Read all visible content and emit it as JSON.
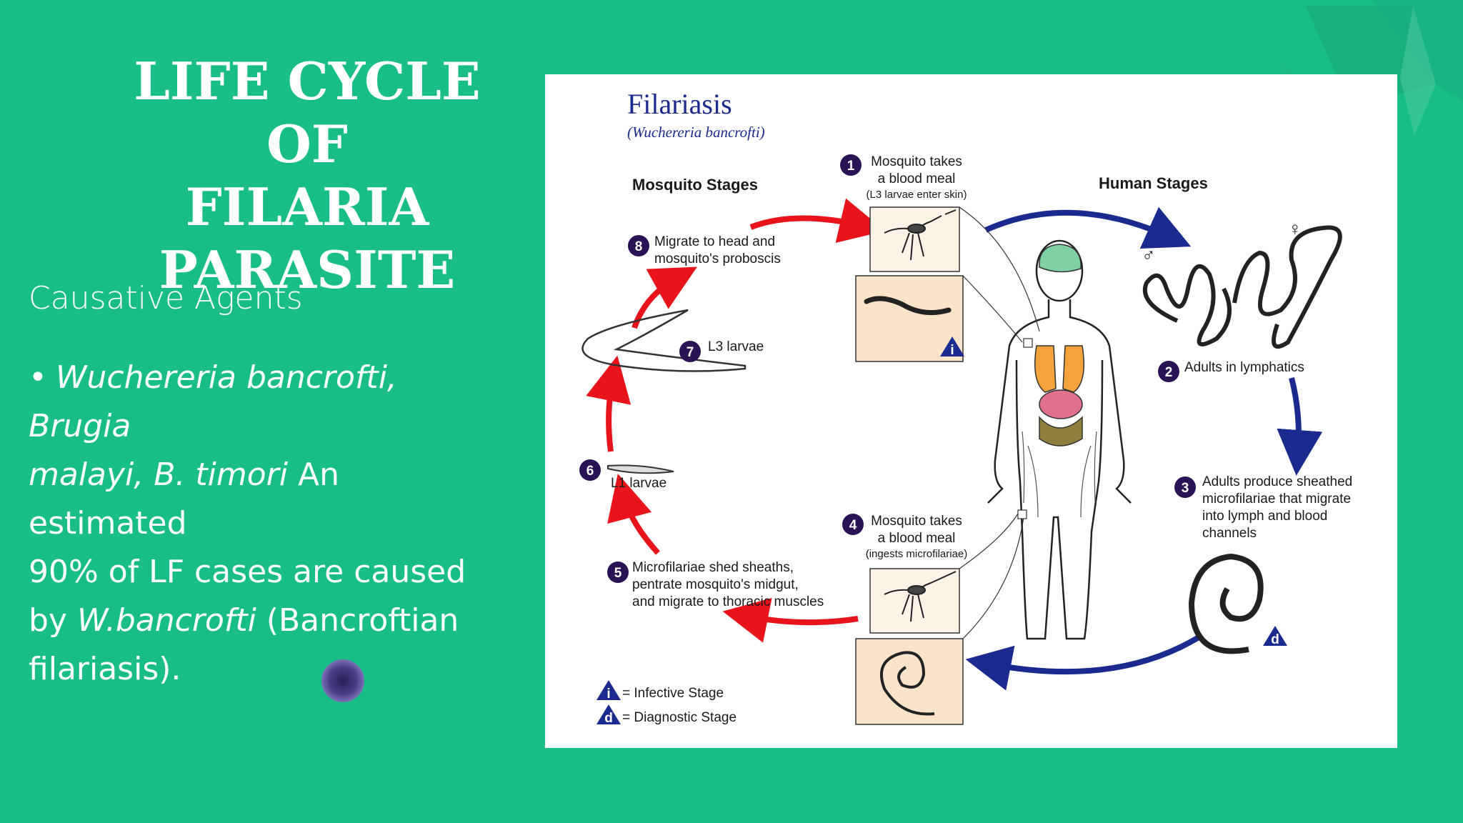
{
  "slide": {
    "title_lines": [
      "LIFE CYCLE OF",
      "FILARIA",
      "PARASITE"
    ],
    "subheading": "Causative Agents",
    "bullet": {
      "marker": "•",
      "species_1": "Wuchereria bancrofti, Brugia",
      "species_2": "malayi, B. timori",
      "text_1": " An estimated",
      "text_2": "90% of LF cases are caused",
      "text_3": "by ",
      "species_3": "W.bancrofti",
      "text_4": " (Bancroftian",
      "text_5": "filariasis)."
    }
  },
  "colors": {
    "background": "#19bd87",
    "step_badge": "#2a1354",
    "mosquito_arrow": "#e8131b",
    "human_arrow": "#1b2a8f",
    "stage_box_fill": "#fbe3c9",
    "legend_icon": "#1b2a8f"
  },
  "diagram": {
    "title": "Filariasis",
    "subtitle": "(Wuchereria bancrofti)",
    "mosquito_stages_label": "Mosquito Stages",
    "human_stages_label": "Human Stages",
    "male_symbol": "♂",
    "female_symbol": "♀",
    "steps": [
      {
        "number": "1",
        "lines": [
          "Mosquito takes",
          "a blood meal"
        ],
        "note": "(L3 larvae enter skin)"
      },
      {
        "number": "2",
        "lines": [
          "Adults in lymphatics"
        ]
      },
      {
        "number": "3",
        "lines": [
          "Adults produce sheathed",
          "microfilariae that migrate",
          "into lymph and blood",
          "channels"
        ]
      },
      {
        "number": "4",
        "lines": [
          "Mosquito takes",
          "a blood meal"
        ],
        "note": "(ingests microfilariae)"
      },
      {
        "number": "5",
        "lines": [
          "Microfilariae shed sheaths,",
          "pentrate mosquito's midgut,",
          "and migrate to thoracic muscles"
        ]
      },
      {
        "number": "6",
        "lines": [
          "L1 larvae"
        ]
      },
      {
        "number": "7",
        "lines": [
          "L3 larvae"
        ]
      },
      {
        "number": "8",
        "lines": [
          "Migrate to head and",
          "mosquito's proboscis"
        ]
      }
    ],
    "stage_markers": {
      "infective": "i",
      "diagnostic": "d"
    },
    "legend": [
      {
        "icon": "i",
        "label": "= Infective Stage"
      },
      {
        "icon": "d",
        "label": "= Diagnostic Stage"
      }
    ]
  }
}
